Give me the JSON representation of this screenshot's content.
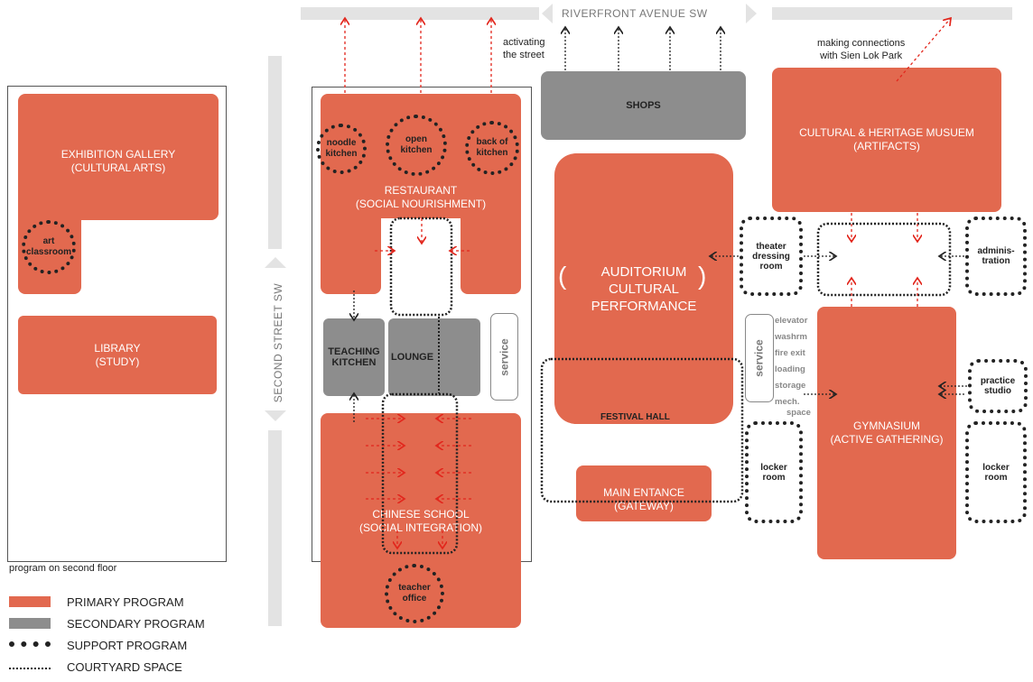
{
  "streets": {
    "riverfront": "RIVERFRONT AVENUE SW",
    "second": "SECOND STREET SW"
  },
  "notes": {
    "activating": [
      "activating",
      "the street"
    ],
    "connections": [
      "making connections",
      "with Sien Lok Park"
    ],
    "second_floor": "program on second floor"
  },
  "rooms": {
    "exhibition": [
      "EXHIBITION GALLERY",
      "(CULTURAL ARTS)"
    ],
    "library": [
      "LIBRARY",
      "(STUDY)"
    ],
    "art_classroom": [
      "art",
      "classroom"
    ],
    "restaurant": [
      "RESTAURANT",
      "(SOCIAL NOURISHMENT)"
    ],
    "noodle": [
      "noodle",
      "kitchen"
    ],
    "open_kitchen": [
      "open",
      "kitchen"
    ],
    "back_kitchen": [
      "back of",
      "kitchen"
    ],
    "teaching_kitchen": [
      "TEACHING",
      "KITCHEN"
    ],
    "lounge": "LOUNGE",
    "service": "service",
    "chinese_school": [
      "CHINESE SCHOOL",
      "(SOCIAL INTEGRATION)"
    ],
    "teacher_office": [
      "teacher",
      "office"
    ],
    "shops": "SHOPS",
    "auditorium": [
      "AUDITORIUM",
      "CULTURAL",
      "PERFORMANCE"
    ],
    "festival_hall": "FESTIVAL HALL",
    "main_entrance": [
      "MAIN ENTANCE",
      "(GATEWAY)"
    ],
    "museum": [
      "CULTURAL & HERITAGE MUSUEM",
      "(ARTIFACTS)"
    ],
    "theater_dressing": [
      "theater",
      "dressing",
      "room"
    ],
    "administration": [
      "adminis-",
      "tration"
    ],
    "service2": "service",
    "service_list": [
      "elevator",
      "washrm",
      "fire exit",
      "loading",
      "storage",
      "mech.",
      "space"
    ],
    "gymnasium": [
      "GYMNASIUM",
      "(ACTIVE GATHERING)"
    ],
    "practice_studio": [
      "practice",
      "studio"
    ],
    "locker_left": [
      "locker",
      "room"
    ],
    "locker_right": [
      "locker",
      "room"
    ]
  },
  "legend": [
    "PRIMARY PROGRAM",
    "SECONDARY PROGRAM",
    "SUPPORT PROGRAM",
    "COURTYARD SPACE"
  ],
  "colors": {
    "primary": "#e2694f",
    "secondary": "#8d8d8d",
    "street": "#e3e3e3",
    "arrow_red": "#e2261c"
  }
}
